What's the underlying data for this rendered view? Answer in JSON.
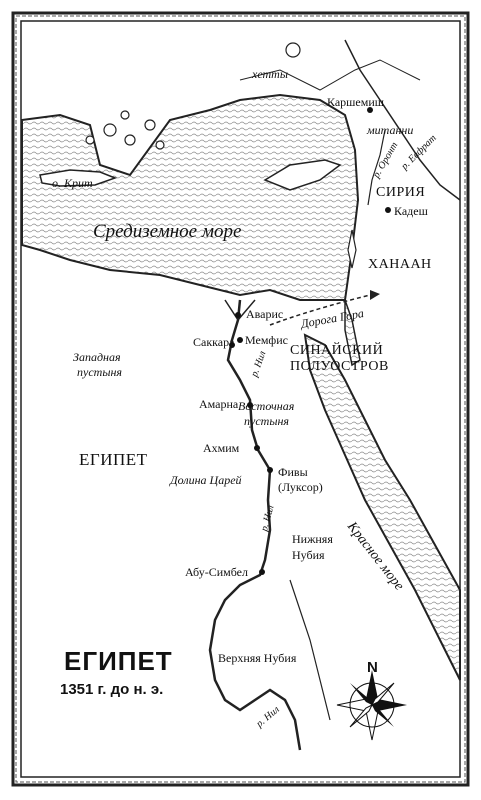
{
  "title": "ЕГИПЕТ",
  "subtitle": "1351 г. до н. э.",
  "compass": {
    "north_letter": "N"
  },
  "seas": {
    "mediterranean": "Средиземное море",
    "red_sea": "Красное море"
  },
  "regions": {
    "hittites": "хетты",
    "mitanni": "митанни",
    "syria": "СИРИЯ",
    "canaan": "ХАНААН",
    "sinai_line1": "СИНАЙСКИЙ",
    "sinai_line2": "ПОЛУОСТРОВ",
    "western_desert_line1": "Западная",
    "western_desert_line2": "пустыня",
    "eastern_desert_line1": "Восточная",
    "eastern_desert_line2": "пустыня",
    "egypt": "ЕГИПЕТ",
    "lower_nubia_line1": "Нижняя",
    "lower_nubia_line2": "Нубия",
    "upper_nubia": "Верхняя Нубия",
    "valley_of_kings": "Долина Царей",
    "crete": "о. Крит"
  },
  "cities": {
    "carchemish": "Каршемиш",
    "kadesh": "Кадеш",
    "avaris": "Аварис",
    "memphis": "Мемфис",
    "saqqara": "Саккара",
    "amarna": "Амарна",
    "akhmim": "Ахмим",
    "thebes_line1": "Фивы",
    "thebes_line2": "(Луксор)",
    "abu_simbel": "Абу-Симбел"
  },
  "rivers": {
    "nile": "р. Нил",
    "orontes": "р. Оронт",
    "euphrates": "р. Евфрат"
  },
  "route": "Дорога Гора"
}
